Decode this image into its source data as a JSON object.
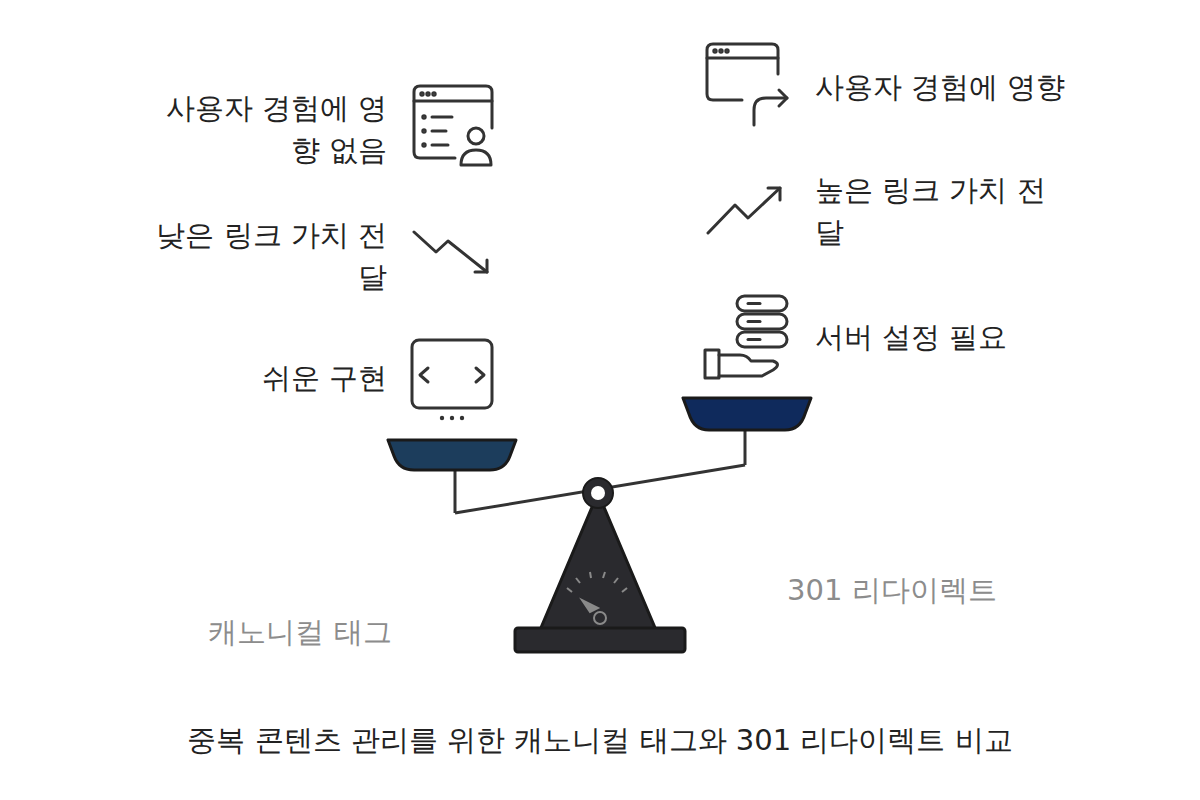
{
  "diagram": {
    "caption": "중복 콘텐츠 관리를 위한 캐노니컬 태그와 301 리다이렉트 비교",
    "labels": [
      "사용자 경험에 영향 없음",
      "낮은 링크 가치 전달",
      "쉬운 구현",
      "사용자 경험에 영향",
      "높은 링크 가치 전달",
      "서버 설정 필요",
      "301 리다이렉트",
      "캐노니컬 태그"
    ]
  }
}
